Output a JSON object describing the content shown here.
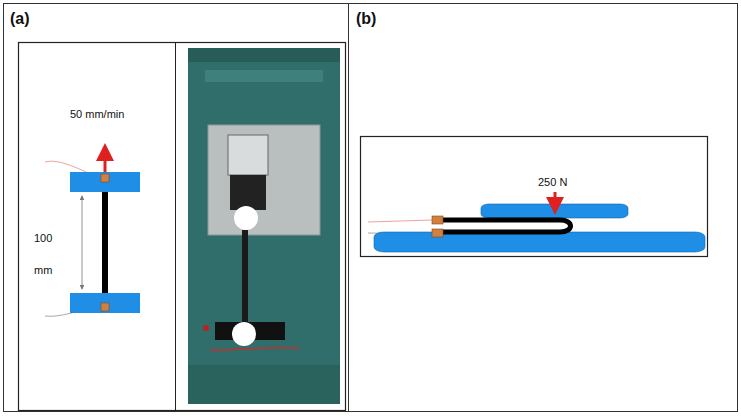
{
  "diagram": {
    "labels": [
      "(a)",
      "(b)",
      "50 mm/min",
      "100",
      "mm",
      "250 N"
    ]
  }
}
